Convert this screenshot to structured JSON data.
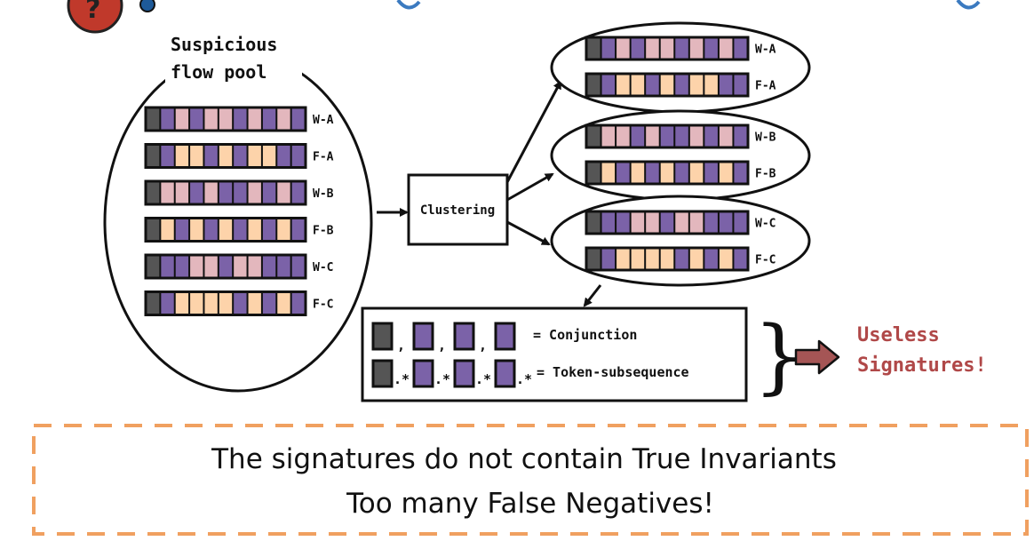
{
  "pool": {
    "title_line1": "Suspicious",
    "title_line2": "flow pool"
  },
  "colors": {
    "gray": "#555555",
    "purple": "#7b62a8",
    "pink": "#e3b7bd",
    "peach": "#fdd3aa",
    "dark": "#111111",
    "accent_red": "#b04848",
    "arrow_fill": "#a55555",
    "dash_orange": "#f0a060",
    "icon_red": "#c0392b"
  },
  "flows": [
    {
      "label": "W-A",
      "blocks": [
        "g",
        "p",
        "k",
        "p",
        "k",
        "k",
        "p",
        "k",
        "p",
        "k",
        "p"
      ]
    },
    {
      "label": "F-A",
      "blocks": [
        "g",
        "p",
        "e",
        "e",
        "p",
        "e",
        "p",
        "e",
        "e",
        "p",
        "p"
      ]
    },
    {
      "label": "W-B",
      "blocks": [
        "g",
        "k",
        "k",
        "p",
        "k",
        "p",
        "p",
        "k",
        "p",
        "k",
        "p"
      ]
    },
    {
      "label": "F-B",
      "blocks": [
        "g",
        "e",
        "p",
        "e",
        "p",
        "e",
        "p",
        "e",
        "p",
        "e",
        "p"
      ]
    },
    {
      "label": "W-C",
      "blocks": [
        "g",
        "p",
        "p",
        "k",
        "k",
        "p",
        "k",
        "k",
        "p",
        "p",
        "p"
      ]
    },
    {
      "label": "F-C",
      "blocks": [
        "g",
        "p",
        "e",
        "e",
        "e",
        "e",
        "p",
        "e",
        "p",
        "e",
        "p"
      ]
    }
  ],
  "clusters": [
    {
      "flows": [
        0,
        1
      ]
    },
    {
      "flows": [
        2,
        3
      ]
    },
    {
      "flows": [
        4,
        5
      ]
    }
  ],
  "process": {
    "label": "Clustering"
  },
  "legend": {
    "conjunction_label": "= Conjunction",
    "subsequence_label": "= Token-subsequence",
    "comma": ",",
    "wildcard": ".*"
  },
  "result": {
    "line1": "Useless",
    "line2": "Signatures!"
  },
  "message": {
    "line1": "The signatures do not contain True Invariants",
    "line2": "Too many False Negatives!"
  },
  "icons": [
    "question-icon"
  ]
}
